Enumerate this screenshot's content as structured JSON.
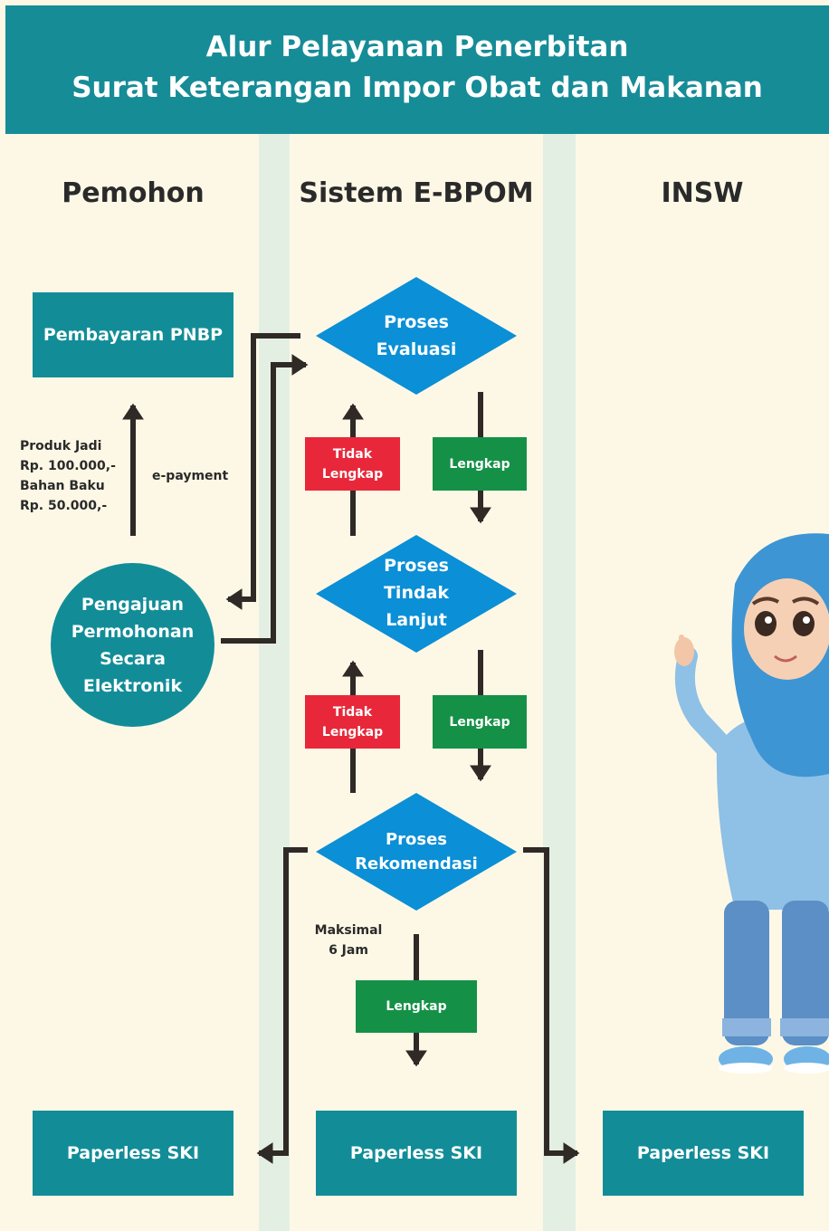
{
  "header": {
    "line1": "Alur Pelayanan Penerbitan",
    "line2": "Surat Keterangan Impor Obat dan Makanan"
  },
  "lanes": [
    "Pemohon",
    "Sistem E-BPOM",
    "INSW"
  ],
  "boxes": {
    "pnbp": "Pembayaran PNBP",
    "ski_pemohon": "Paperless SKI",
    "ski_ebpom": "Paperless SKI",
    "ski_insw": "Paperless SKI"
  },
  "circle": {
    "lines": [
      "Pengajuan",
      "Permohonan",
      "Secara",
      "Elektronik"
    ]
  },
  "diamonds": {
    "evaluasi": [
      "Proses",
      "Evaluasi"
    ],
    "tindak": [
      "Proses",
      "Tindak",
      "Lanjut"
    ],
    "rekomendasi": [
      "Proses",
      "Rekomendasi"
    ]
  },
  "tags": {
    "tidak_lengkap": [
      "Tidak",
      "Lengkap"
    ],
    "lengkap": "Lengkap"
  },
  "notes": {
    "fee": [
      "Produk Jadi",
      "Rp. 100.000,-",
      "Bahan Baku",
      "Rp. 50.000,-"
    ],
    "epayment": "e-payment",
    "maksimal": [
      "Maksimal",
      "6 Jam"
    ]
  },
  "colors": {
    "teal": "#128d98",
    "diamond": "#0b8fd6",
    "red": "#e8283a",
    "green": "#159147",
    "arrow": "#2f2a26"
  }
}
